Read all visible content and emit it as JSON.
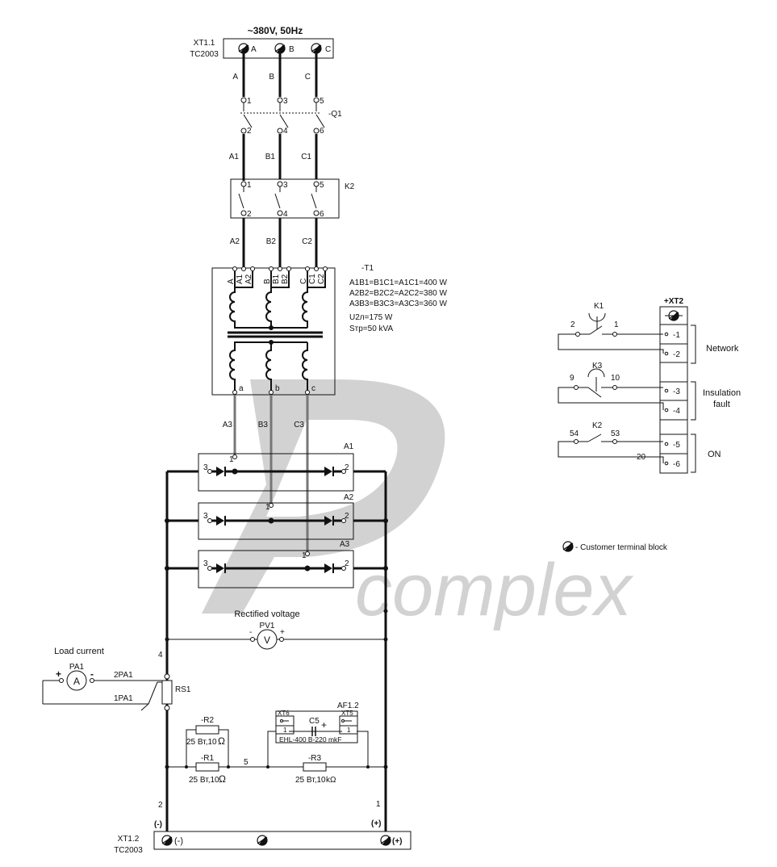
{
  "supply": {
    "title": "~380V, 50Hz",
    "block_name": "XT1.1",
    "block_type": "TC2003",
    "phases": [
      "A",
      "B",
      "C"
    ]
  },
  "breaker": {
    "name": "-Q1",
    "line_in": [
      "A",
      "B",
      "C"
    ],
    "line_out": [
      "A1",
      "B1",
      "C1"
    ],
    "pins_top": [
      "1",
      "3",
      "5"
    ],
    "pins_bottom": [
      "2",
      "4",
      "6"
    ]
  },
  "contactor": {
    "name": "K2",
    "line_out": [
      "A2",
      "B2",
      "C2"
    ],
    "pins_top": [
      "1",
      "3",
      "5"
    ],
    "pins_bottom": [
      "2",
      "4",
      "6"
    ]
  },
  "transformer": {
    "name": "-T1",
    "spec_1": "A1B1=B1C1=A1C1=400 W",
    "spec_2": "A2B2=B2C2=A2C2=380 W",
    "spec_3": "A3B3=B3C3=A3C3=360 W",
    "spec_4": "U2л=175 W",
    "spec_5": "Sтр=50 kVA",
    "primary_taps": [
      "A",
      "A1",
      "A2",
      "B",
      "B1",
      "B2",
      "C",
      "C1",
      "C2"
    ],
    "secondary": [
      "a",
      "b",
      "c"
    ],
    "line_out": [
      "A3",
      "B3",
      "C3"
    ]
  },
  "rectifiers": [
    {
      "name": "A1",
      "pin_left": "3",
      "pin_right": "2",
      "pin_top": "1"
    },
    {
      "name": "A2",
      "pin_left": "3",
      "pin_right": "2",
      "pin_top": "1"
    },
    {
      "name": "A3",
      "pin_left": "3",
      "pin_right": "2",
      "pin_top": "1"
    }
  ],
  "voltmeter": {
    "caption": "Rectified voltage",
    "name": "PV1",
    "symbol": "V",
    "minus": "-",
    "plus": "+"
  },
  "ammeter": {
    "caption": "Load current",
    "name": "PA1",
    "symbol": "A",
    "plus": "+",
    "minus": "-",
    "wire_1": "2PA1",
    "wire_2": "1PA1"
  },
  "shunt": {
    "name": "RS1",
    "node": "4"
  },
  "resistors": {
    "r2_name": "-R2",
    "r2_rating": "25 Вт,10",
    "r1_name": "-R1",
    "r1_rating": "25 Вт,10",
    "r3_name": "-R3",
    "r3_rating": "25 Вт,10",
    "ohm": "Ω",
    "kohm": "kΩ",
    "node_5": "5"
  },
  "capacitor": {
    "block": "AF1.2",
    "xt6": "XT6",
    "xt5": "XT5",
    "pin_1": "1",
    "name": "C5",
    "plus": "+",
    "spec": "EHL-400 В-220 mkF"
  },
  "output": {
    "block_name": "XT1.2",
    "block_type": "TC2003",
    "minus": "(-)",
    "plus": "(+)",
    "wire_neg": "2",
    "wire_pos": "1"
  },
  "control": {
    "block": "+XT2",
    "terminals": [
      "-1",
      "-2",
      "-3",
      "-4",
      "-5",
      "-6"
    ],
    "groups": [
      "Network",
      "Insulation",
      "fault",
      "ON"
    ],
    "k1": {
      "name": "K1",
      "pin_a": "2",
      "pin_b": "1"
    },
    "k3": {
      "name": "K3",
      "pin_a": "9",
      "pin_b": "10"
    },
    "k2": {
      "name": "K2",
      "pin_a": "54",
      "pin_b": "53"
    },
    "wire_20": "20"
  },
  "legend": {
    "text": "- Customer terminal block"
  },
  "watermark": {
    "text": "complex"
  }
}
